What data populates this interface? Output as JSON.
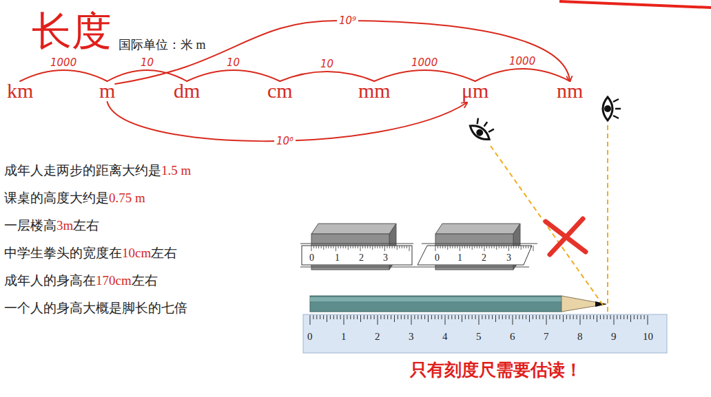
{
  "diagram": {
    "title": "长度",
    "nodes": [
      {
        "text": [
          "km"
        ]
      },
      {
        "text": [
          "m"
        ]
      },
      {
        "text": [
          "dm"
        ]
      },
      {
        "text": [
          "cm"
        ]
      },
      {
        "text": [
          "mm"
        ]
      },
      {
        "text": [
          "μm"
        ]
      },
      {
        "text": [
          "nm"
        ]
      }
    ],
    "edges": [
      {
        "from": 0,
        "to": 1,
        "label": "1000",
        "arrow": "none"
      },
      {
        "from": 1,
        "to": 2,
        "label": "10",
        "arrow": "none"
      },
      {
        "from": 2,
        "to": 3,
        "label": "10",
        "arrow": "none"
      },
      {
        "from": 3,
        "to": 4,
        "label": "10",
        "arrow": "none"
      },
      {
        "from": 4,
        "to": 5,
        "label": "1000",
        "arrow": "none"
      },
      {
        "from": 5,
        "to": 6,
        "label": "1000",
        "arrow": "none"
      },
      {
        "from": 1,
        "to": 6,
        "label": "10⁹",
        "arrow": "to"
      },
      {
        "from": 1,
        "to": 5,
        "label": "10⁶",
        "arrow": "to"
      }
    ],
    "labels": [
      "国际单位：米 m",
      "成年人走两步的距离大约是",
      "1.5 m",
      "课桌的高度大约是",
      "0.75 m",
      "一层楼高",
      "3m",
      "左右",
      "中学生拳头的宽度在",
      "10cm",
      "左右",
      "成年人的身高在",
      "170cm",
      "左右",
      "一个人的身高大概是脚长的七倍",
      "0",
      "1",
      "2",
      "3",
      "0",
      "1",
      "2",
      "3",
      "0",
      "1",
      "2",
      "3",
      "4",
      "5",
      "6",
      "7",
      "8",
      "9",
      "10",
      "只有刻度尺需要估读！"
    ]
  }
}
